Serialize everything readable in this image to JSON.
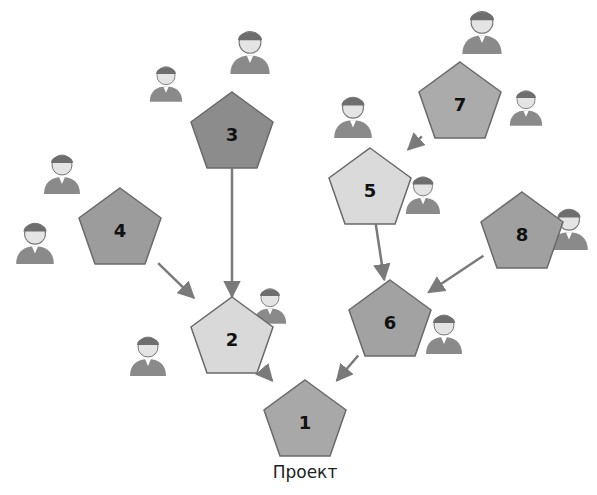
{
  "diagram": {
    "nodes": [
      {
        "text": [
          "1"
        ]
      },
      {
        "text": [
          "2"
        ]
      },
      {
        "text": [
          "3"
        ]
      },
      {
        "text": [
          "4"
        ]
      },
      {
        "text": [
          "5"
        ]
      },
      {
        "text": [
          "6"
        ]
      },
      {
        "text": [
          "7"
        ]
      },
      {
        "text": [
          "8"
        ]
      }
    ],
    "edges": [
      {
        "from": 3,
        "to": 1,
        "arrow": "to"
      },
      {
        "from": 2,
        "to": 1,
        "arrow": "to"
      },
      {
        "from": 1,
        "to": 0,
        "arrow": "to"
      },
      {
        "from": 6,
        "to": 4,
        "arrow": "to"
      },
      {
        "from": 4,
        "to": 5,
        "arrow": "to"
      },
      {
        "from": 7,
        "to": 5,
        "arrow": "to"
      },
      {
        "from": 5,
        "to": 0,
        "arrow": "to"
      }
    ],
    "labels": [
      "Проект"
    ]
  }
}
